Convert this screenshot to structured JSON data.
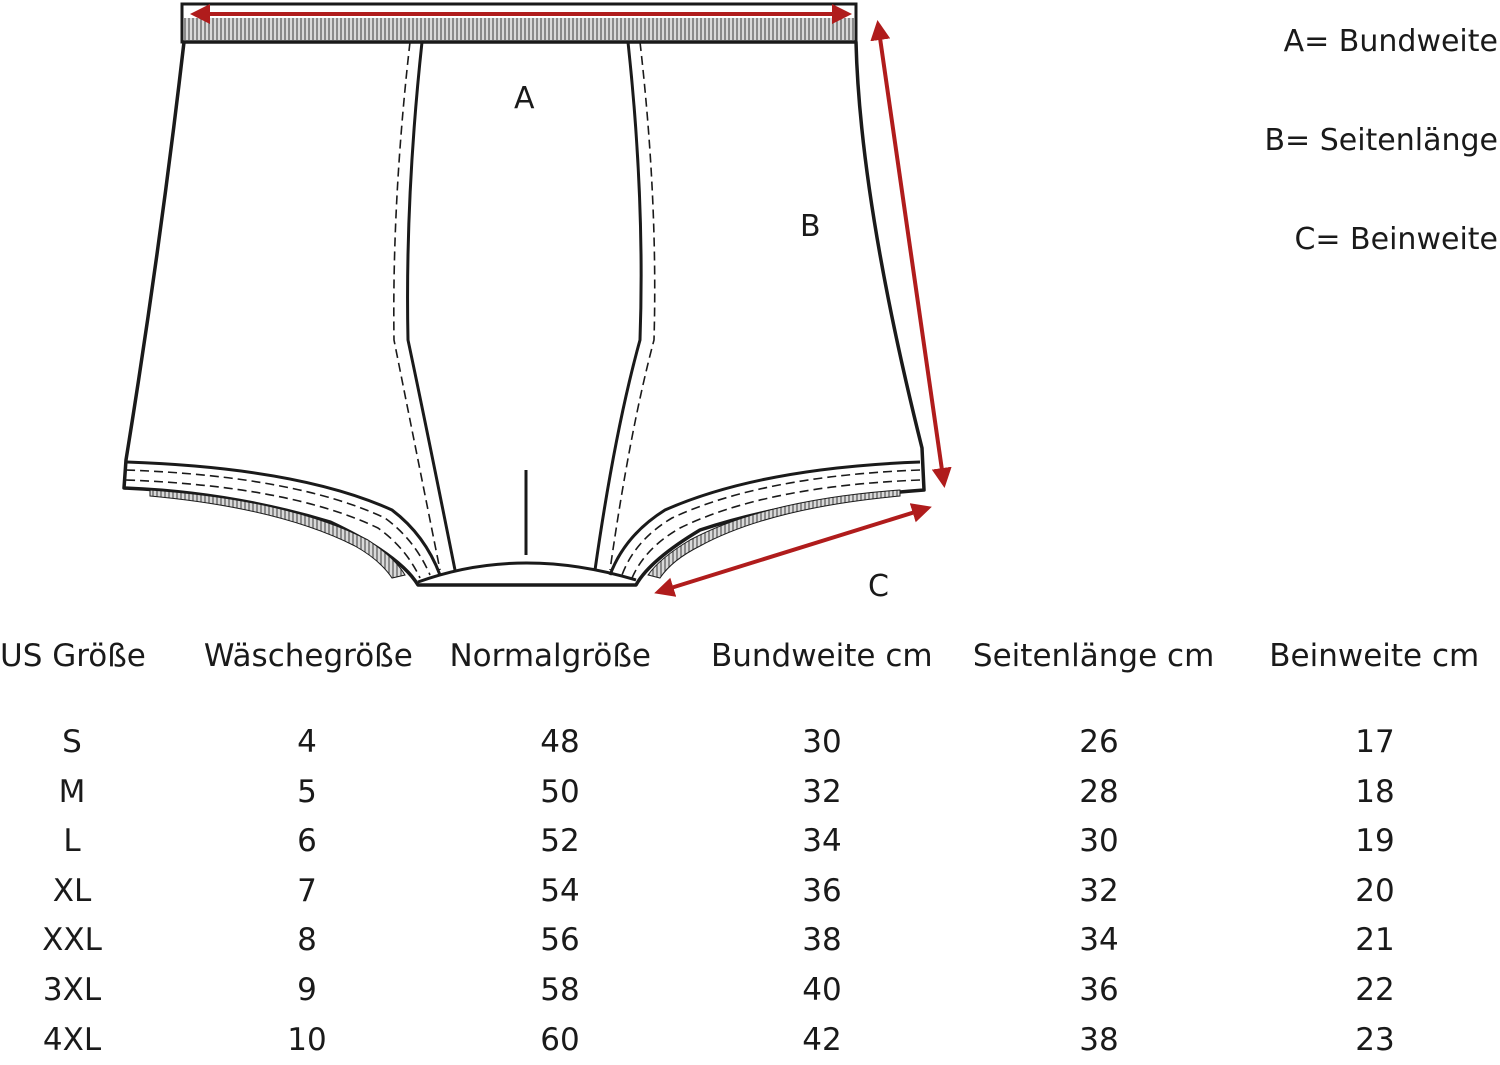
{
  "legend": {
    "a": "A= Bundweite",
    "b": "B= Seitenlänge",
    "c": "C= Beinweite"
  },
  "diagram_labels": {
    "a": "A",
    "b": "B",
    "c": "C"
  },
  "colors": {
    "arrow": "#b01c1c",
    "outline": "#1a1a1a",
    "text": "#1a1a1a"
  },
  "table": {
    "headers": [
      "US Größe",
      "Wäschegröße",
      "Normalgröße",
      "Bundweite cm",
      "Seitenlänge cm",
      "Beinweite cm"
    ],
    "rows": [
      [
        "S",
        "4",
        "48",
        "30",
        "26",
        "17"
      ],
      [
        "M",
        "5",
        "50",
        "32",
        "28",
        "18"
      ],
      [
        "L",
        "6",
        "52",
        "34",
        "30",
        "19"
      ],
      [
        "XL",
        "7",
        "54",
        "36",
        "32",
        "20"
      ],
      [
        "XXL",
        "8",
        "56",
        "38",
        "34",
        "21"
      ],
      [
        "3XL",
        "9",
        "58",
        "40",
        "36",
        "22"
      ],
      [
        "4XL",
        "10",
        "60",
        "42",
        "38",
        "23"
      ]
    ]
  }
}
